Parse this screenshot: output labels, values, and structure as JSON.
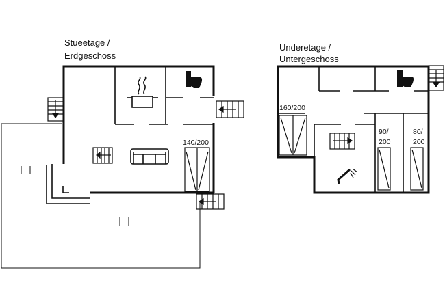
{
  "floors": {
    "ground": {
      "title_line1": "Stueetage /",
      "title_line2": "Erdgeschoss",
      "bed_label": "140/200"
    },
    "lower": {
      "title_line1": "Underetage /",
      "title_line2": "Untergeschoss",
      "bed1_label": "160/200",
      "bed2_label_line1": "90/",
      "bed2_label_line2": "200",
      "bed3_label_line1": "80/",
      "bed3_label_line2": "200"
    }
  },
  "icons": {
    "stairs": "stairs-icon",
    "toilet": "toilet-icon",
    "stove": "stove-pot-icon",
    "sofa": "sofa-icon",
    "shower": "shower-icon"
  },
  "colors": {
    "line": "#111111",
    "background": "#ffffff"
  }
}
